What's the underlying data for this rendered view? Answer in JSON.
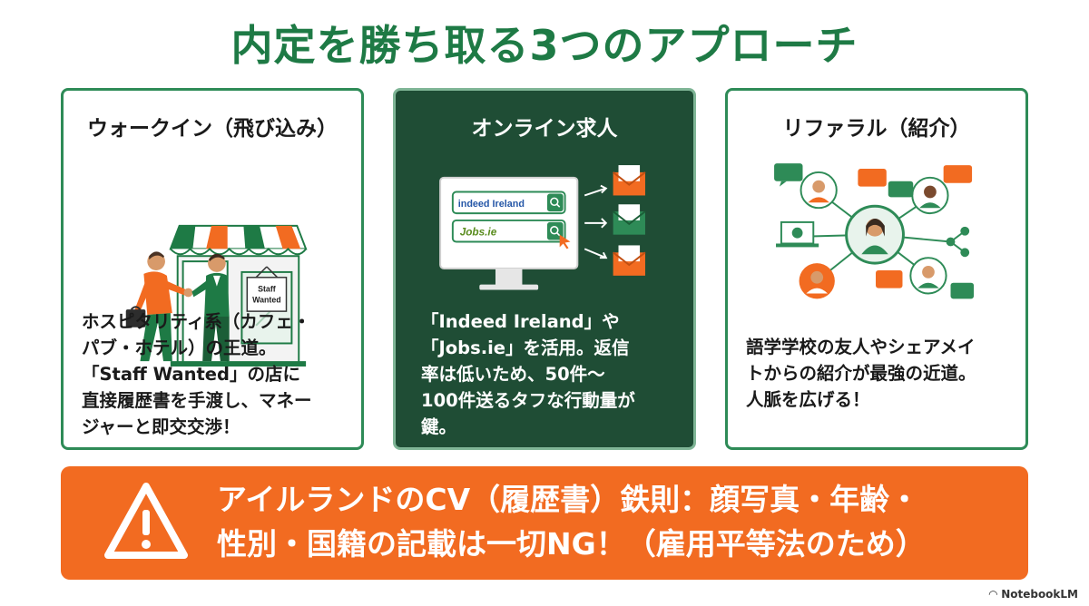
{
  "title": "内定を勝ち取る3つのアプローチ",
  "cards": [
    {
      "title": "ウォークイン（飛び込み）",
      "sign": "Staff\nWanted",
      "text": "ホスピタリティ系（カフェ・\nパブ・ホテル）の王道。\n「Staff Wanted」の店に\n直接履歴書を手渡し、マネー\nジャーと即交交渉！"
    },
    {
      "title": "オンライン求人",
      "search1": "indeed Ireland",
      "search2": "Jobs.ie",
      "text": "「Indeed Ireland」や\n「Jobs.ie」を活用。返信\n率は低いため、50件〜\n100件送るタフな行動量が\n鍵。"
    },
    {
      "title": "リファラル（紹介）",
      "text": "語学学校の友人やシェアメイ\nトからの紹介が最強の近道。\n人脈を広げる！"
    }
  ],
  "warning": {
    "text": "アイルランドのCV（履歴書）鉄則：顔写真・年齢・\n性別・国籍の記載は一切NG！（雇用平等法のため）"
  },
  "brand": "NotebookLM",
  "colors": {
    "primary_green": "#1e7a45",
    "dark_green": "#1f4d35",
    "accent_orange": "#f26b21"
  },
  "icons": [
    "storefront-illustration",
    "handshake-icon",
    "monitor-icon",
    "search-icon",
    "mail-icon",
    "network-icon",
    "warning-icon",
    "notebooklm-icon"
  ]
}
